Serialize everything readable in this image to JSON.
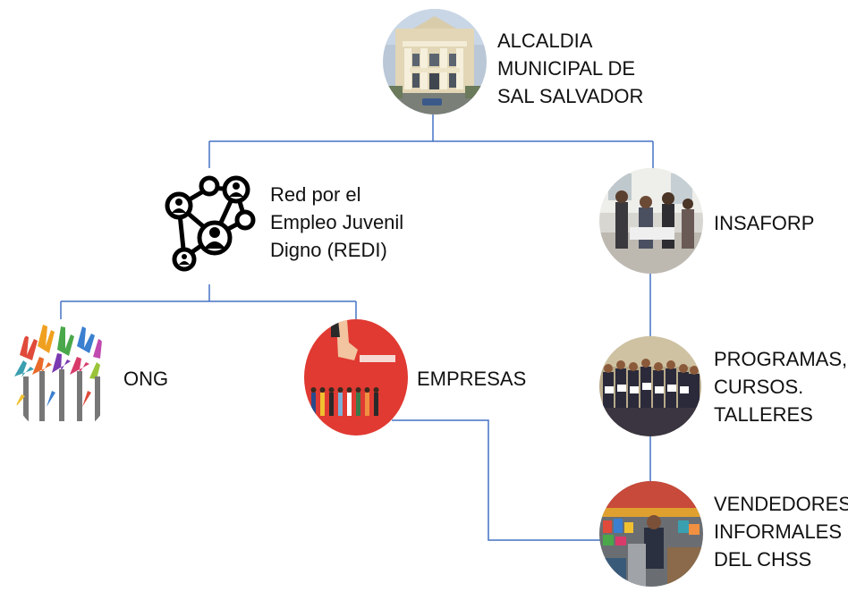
{
  "diagram": {
    "accent_line_color": "#4472c4",
    "nodes": {
      "alcaldia": {
        "label_lines": [
          "ALCALDIA",
          "MUNICIPAL DE",
          "SAL SALVADOR"
        ],
        "image": "city-hall-building-photo"
      },
      "redi": {
        "label_lines": [
          "Red por el",
          "Empleo Juvenil",
          "Digno (REDI)"
        ],
        "image": "network-people-icon"
      },
      "insaforp": {
        "label_lines": [
          "INSAFORP"
        ],
        "image": "training-room-photo"
      },
      "ong": {
        "label_lines": [
          "ONG"
        ],
        "image": "raised-hands-illustration"
      },
      "empresas": {
        "label_lines": [
          "EMPRESAS"
        ],
        "image": "business-hand-people-illustration"
      },
      "programas": {
        "label_lines": [
          "PROGRAMAS,",
          "CURSOS.",
          "TALLERES"
        ],
        "image": "graduates-group-photo"
      },
      "vendedores": {
        "label_lines": [
          "VENDEDORES",
          "INFORMALES",
          "DEL CHSS"
        ],
        "image": "street-vendors-photo"
      }
    }
  }
}
